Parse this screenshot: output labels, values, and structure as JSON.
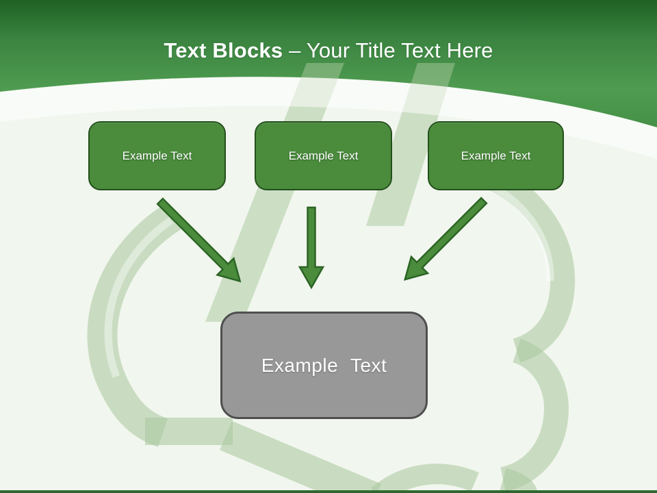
{
  "slide": {
    "title": {
      "bold": "Text Blocks",
      "rest": "– Your Title Text Here"
    },
    "blocks": [
      {
        "label": "Example Text"
      },
      {
        "label": "Example Text"
      },
      {
        "label": "Example Text"
      }
    ],
    "result_block": {
      "label": "Example Text"
    },
    "graphics": {
      "watermark": "thumbs-up-outline-3d",
      "arrows": [
        {
          "id": "arrow-down-right",
          "from": "block-1",
          "to": "result-block"
        },
        {
          "id": "arrow-down",
          "from": "block-2",
          "to": "result-block"
        },
        {
          "id": "arrow-down-left",
          "from": "block-3",
          "to": "result-block"
        }
      ]
    },
    "colors": {
      "header_gradient_top": "#1f6123",
      "header_gradient_mid": "#3a8340",
      "header_gradient_bottom": "#4f9c51",
      "header_swoosh": "rgba(255,255,255,0.5)",
      "background": "#f1f6ee",
      "watermark_green": "#cfe0c6",
      "block_fill": "#4a8b3c",
      "block_border": "#234f1b",
      "arrow_fill": "#4a8b3c",
      "arrow_border": "#2c6425",
      "result_fill": "#989898",
      "result_border": "#4f4f4f",
      "footer_bar": "#2e6830",
      "title_text": "#ffffff",
      "block_text": "#ffffff"
    }
  }
}
